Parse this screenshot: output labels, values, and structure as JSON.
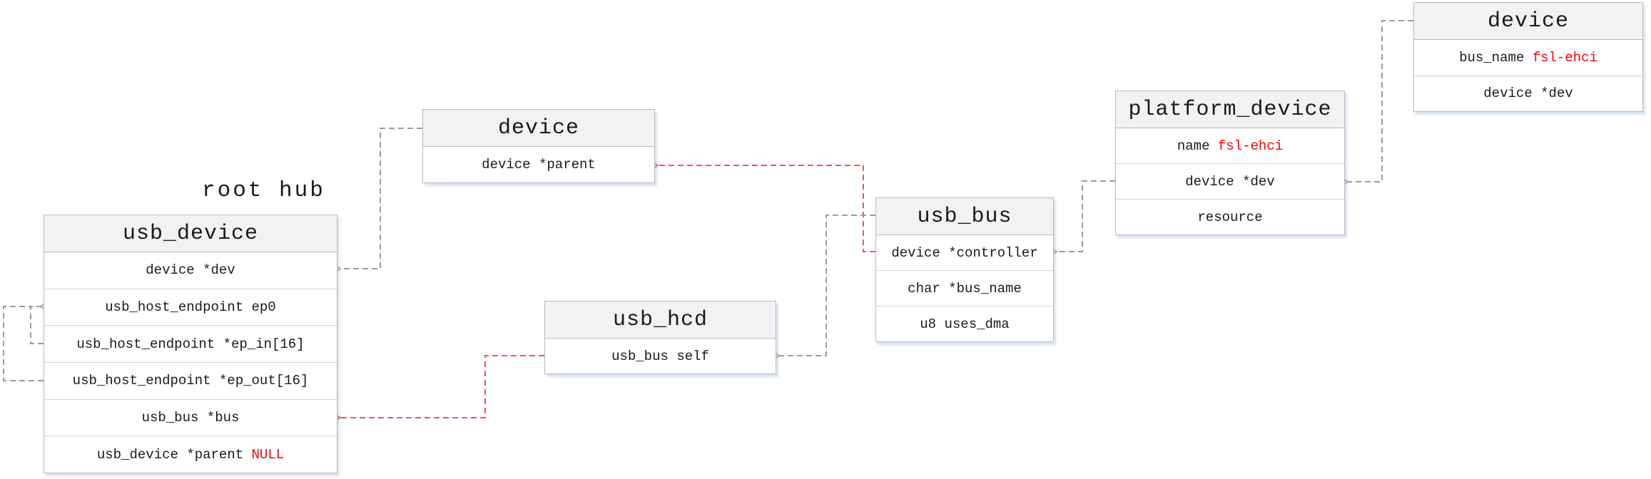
{
  "diagram": {
    "label": "root hub",
    "colors": {
      "highlight_red": "#ff0000",
      "red_line": "#f65252",
      "gray_line": "#9b9b9b",
      "header_bg": "#f2f2f2",
      "box_border": "#b6babe"
    },
    "boxes": {
      "usb_device": {
        "title": "usb_device",
        "fields": [
          {
            "text": "device *dev"
          },
          {
            "text": "usb_host_endpoint ep0"
          },
          {
            "text": "usb_host_endpoint *ep_in[16]"
          },
          {
            "text": "usb_host_endpoint *ep_out[16]"
          },
          {
            "text": "usb_bus *bus"
          },
          {
            "text": "usb_device *parent ",
            "highlight": "NULL"
          }
        ]
      },
      "device_left": {
        "title": "device",
        "fields": [
          {
            "text": "device *parent"
          }
        ]
      },
      "usb_hcd": {
        "title": "usb_hcd",
        "fields": [
          {
            "text": "usb_bus self"
          }
        ]
      },
      "usb_bus": {
        "title": "usb_bus",
        "fields": [
          {
            "text": "device *controller"
          },
          {
            "text": "char *bus_name"
          },
          {
            "text": "u8 uses_dma"
          }
        ]
      },
      "platform_device": {
        "title": "platform_device",
        "fields": [
          {
            "text": "name ",
            "highlight": "fsl-ehci"
          },
          {
            "text": "device *dev"
          },
          {
            "text": "resource"
          }
        ]
      },
      "device_right": {
        "title": "device",
        "fields": [
          {
            "text": "bus_name ",
            "highlight": "fsl-ehci"
          },
          {
            "text": "device *dev"
          }
        ]
      }
    }
  }
}
